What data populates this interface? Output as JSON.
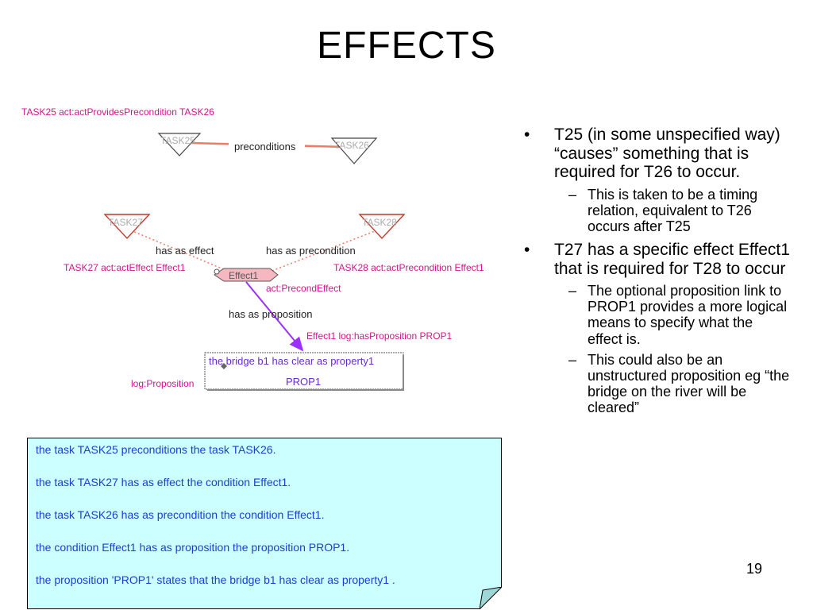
{
  "slide": {
    "title": "EFFECTS",
    "page_number": "19"
  },
  "diagram": {
    "nodes": {
      "task25": "TASK25",
      "task26_top": "TASK26",
      "task27": "TASK27",
      "task28": "TASK28",
      "effect1": "Effect1",
      "prop_text": "the bridge b1 has clear as property1",
      "prop_name": "PROP1"
    },
    "edges": {
      "preconditions": "preconditions",
      "has_as_effect": "has as effect",
      "has_as_precondition": "has as precondition",
      "has_as_proposition": "has as proposition"
    },
    "annotations": {
      "top_relation": "TASK25 act:actProvidesPrecondition TASK26",
      "effect_relation": "TASK27 act:actEffect Effect1",
      "precondition_relation": "TASK28 act:actPrecondition Effect1",
      "effect1_type": "act:PrecondEffect",
      "proposition_relation": "Effect1 log:hasProposition PROP1",
      "prop_type": "log:Proposition"
    },
    "colors": {
      "annotation": "#d4148c",
      "edge_red": "#f07a6a",
      "edge_purple": "#9b30ff",
      "effect_fill": "#f5b8c0"
    }
  },
  "bullets": [
    {
      "text": "T25 (in some unspecified way) “causes” something that is required for T26 to occur.",
      "sub": [
        "This is taken to be a timing relation, equivalent to T26 occurs after T25"
      ]
    },
    {
      "text": "T27 has a specific effect Effect1 that is required for T28 to occur",
      "sub": [
        "The optional proposition link to PROP1 provides a more logical means to specify what the effect is.",
        "This could also be an unstructured proposition eg “the bridge on the river will be cleared”"
      ]
    }
  ],
  "note": {
    "lines": [
      "the task TASK25 preconditions the task TASK26.",
      "the task TASK27 has as effect the condition Effect1.",
      "the task TASK26 has as precondition the condition Effect1.",
      "the condition Effect1 has as proposition the proposition PROP1.",
      "the proposition 'PROP1' states that  the bridge b1 has clear as property1 ."
    ]
  }
}
